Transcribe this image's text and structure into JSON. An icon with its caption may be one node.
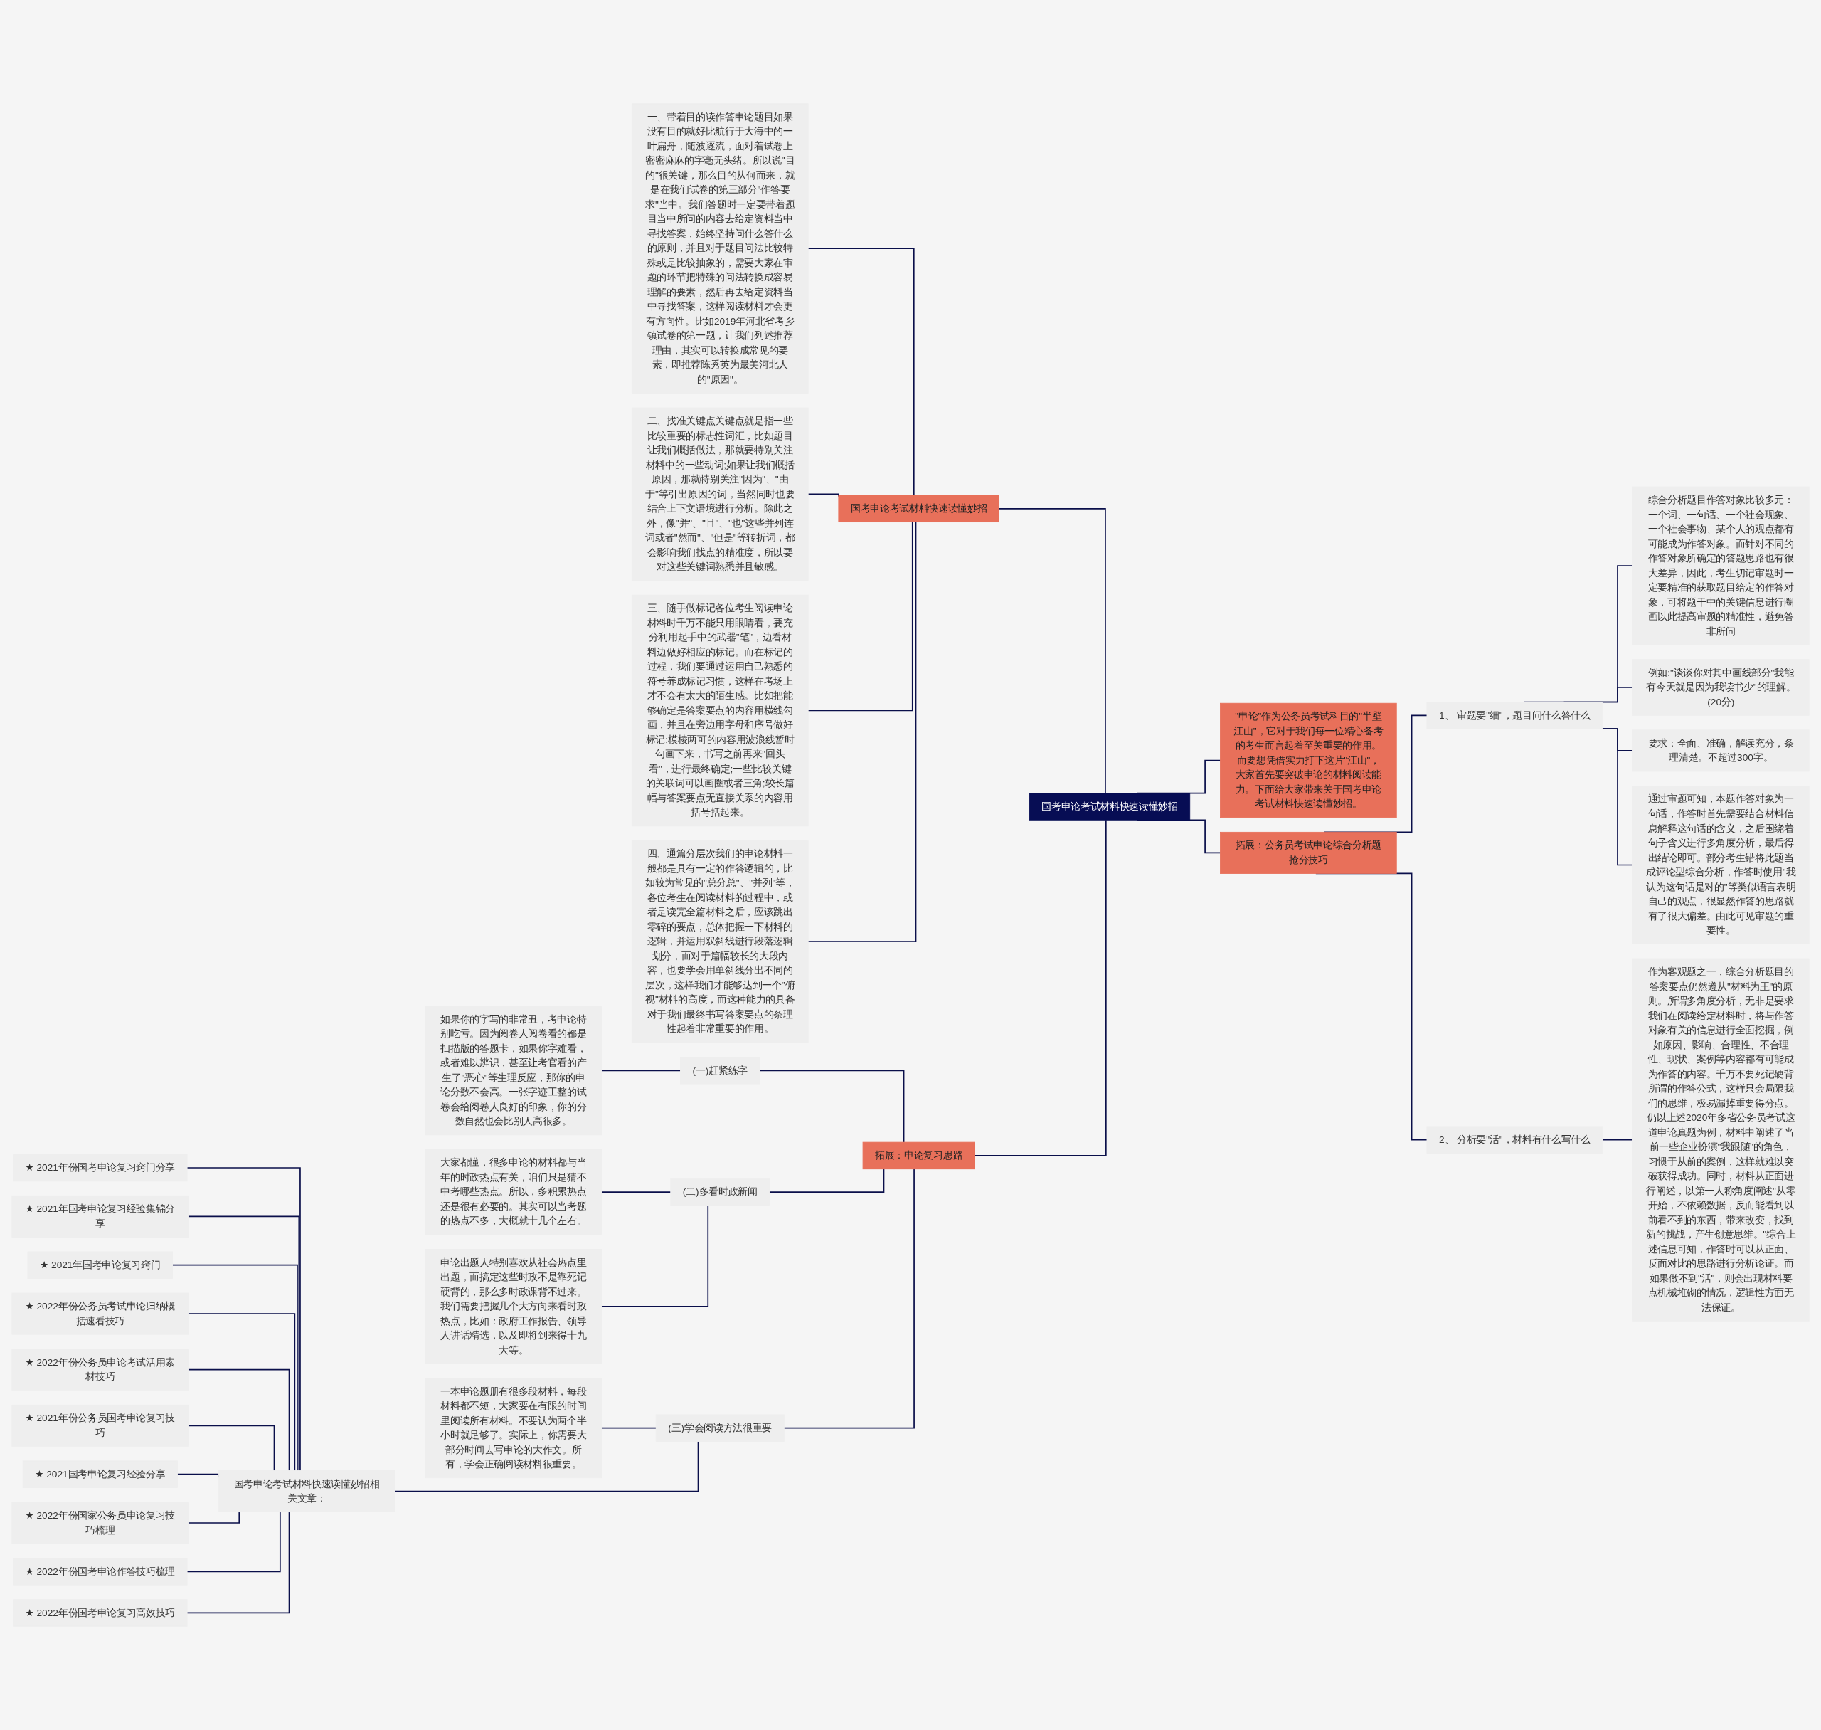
{
  "diagram": {
    "nodes": [
      {
        "text": [
          "国考申论考试材料快速读懂妙招"
        ]
      },
      {
        "text": [
          "国考申论考试材料快速读懂妙招"
        ]
      },
      {
        "text": [
          "一、带着目的读作答申论题目如果没有目的就好比航行于大海中的一叶扁舟，随波逐流，面对着试卷上密密麻麻的字毫无头绪。所以说\"目的\"很关键，那么目的从何而来，就是在我们试卷的第三部分\"作答要求\"当中。我们答题时一定要带着题目当中所问的内容去给定资料当中寻找答案，始终坚持问什么答什么的原则，并且对于题目问法比较特殊或是比较抽象的，需要大家在审题的环节把特殊的问法转换成容易理解的要素，然后再去给定资料当中寻找答案，这样阅读材料才会更有方向性。比如2019年河北省考乡镇试卷的第一题，让我们列述推荐理由，其实可以转换成常见的要素，即推荐陈秀英为最美河北人的\"原因\"。"
        ]
      },
      {
        "text": [
          "二、找准关键点关键点就是指一些比较重要的标志性词汇，比如题目让我们概括做法，那就要特别关注材料中的一些动词;如果让我们概括原因，那就特别关注\"因为\"、\"由于\"等引出原因的词，当然同时也要结合上下文语境进行分析。除此之外，像\"并\"、\"且\"、\"也\"这些并列连词或者\"然而\"、\"但是\"等转折词，都会影响我们找点的精准度，所以要对这些关键词熟悉并且敏感。"
        ]
      },
      {
        "text": [
          "三、随手做标记各位考生阅读申论材料时千万不能只用眼睛看，要充分利用起手中的武器\"笔\"，边看材料边做好相应的标记。而在标记的过程，我们要通过运用自己熟悉的符号养成标记习惯，这样在考场上才不会有太大的陌生感。比如把能够确定是答案要点的内容用横线勾画，并且在旁边用字母和序号做好标记;模棱两可的内容用波浪线暂时勾画下来，书写之前再来\"回头看\"，进行最终确定;一些比较关键的关联词可以画圈或者三角;较长篇幅与答案要点无直接关系的内容用括号括起来。"
        ]
      },
      {
        "text": [
          "四、通篇分层次我们的申论材料一般都是具有一定的作答逻辑的，比如较为常见的\"总分总\"、\"并列\"等，各位考生在阅读材料的过程中，或者是读完全篇材料之后，应该跳出零碎的要点，总体把握一下材料的逻辑，并运用双斜线进行段落逻辑划分，而对于篇幅较长的大段内容，也要学会用单斜线分出不同的层次，这样我们才能够达到一个\"俯视\"材料的高度，而这种能力的具备对于我们最终书写答案要点的条理性起着非常重要的作用。"
        ]
      },
      {
        "text": [
          "拓展：申论复习思路"
        ]
      },
      {
        "text": [
          "(一)赶紧练字"
        ]
      },
      {
        "text": [
          "如果你的字写的非常丑，考申论特别吃亏。因为阅卷人阅卷看的都是扫描版的答题卡，如果你字难看，或者难以辨识，甚至让考官看的产生了\"恶心\"等生理反应，那你的申论分数不会高。一张字迹工整的试卷会给阅卷人良好的印象，你的分数自然也会比别人高很多。"
        ]
      },
      {
        "text": [
          "(二)多看时政新闻"
        ]
      },
      {
        "text": [
          "大家都懂，很多申论的材料都与当年的时政热点有关，咱们只是猜不中考哪些热点。所以，多积累热点还是很有必要的。其实可以当考题的热点不多，大概就十几个左右。"
        ]
      },
      {
        "text": [
          "申论出题人特别喜欢从社会热点里出题，而搞定这些时政不是靠死记硬背的，那么多时政课背不过来。我们需要把握几个大方向来看时政热点，比如：政府工作报告、领导人讲话精选，以及即将到来得十九大等。"
        ]
      },
      {
        "text": [
          "(三)学会阅读方法很重要"
        ]
      },
      {
        "text": [
          "一本申论题册有很多段材料，每段材料都不短，大家要在有限的时间里阅读所有材料。不要认为两个半小时就足够了。实际上，你需要大部分时间去写申论的大作文。所有，学会正确阅读材料很重要。"
        ]
      },
      {
        "text": [
          "国考申论考试材料快速读懂妙招相关文章："
        ]
      },
      {
        "text": [
          "★ 2021年份国考申论复习窍门分享"
        ]
      },
      {
        "text": [
          "★ 2021年国考申论复习经验集锦分享"
        ]
      },
      {
        "text": [
          "★ 2021年国考申论复习窍门"
        ]
      },
      {
        "text": [
          "★ 2022年份公务员考试申论归纳概括速看技巧"
        ]
      },
      {
        "text": [
          "★ 2022年份公务员申论考试活用素材技巧"
        ]
      },
      {
        "text": [
          "★ 2021年份公务员国考申论复习技巧"
        ]
      },
      {
        "text": [
          "★ 2021国考申论复习经验分享"
        ]
      },
      {
        "text": [
          "★ 2022年份国家公务员申论复习技巧梳理"
        ]
      },
      {
        "text": [
          "★ 2022年份国考申论作答技巧梳理"
        ]
      },
      {
        "text": [
          "★ 2022年份国考申论复习高效技巧"
        ]
      },
      {
        "text": [
          "\"申论\"作为公务员考试科目的\"半壁江山\"，它对于我们每一位精心备考的考生而言起着至关重要的作用。而要想凭借实力打下这片\"江山\"，大家首先要突破申论的材料阅读能力。下面给大家带来关于国考申论考试材料快速读懂妙招。"
        ]
      },
      {
        "text": [
          "拓展：公务员考试申论综合分析题抢分技巧"
        ]
      },
      {
        "text": [
          "1、 审题要\"细\"，题目问什么答什么"
        ]
      },
      {
        "text": [
          "综合分析题目作答对象比较多元：一个词、一句话、一个社会现象、一个社会事物、某个人的观点都有可能成为作答对象。而针对不同的作答对象所确定的答题思路也有很大差异，因此，考生切记审题时一定要精准的获取题目给定的作答对象，可将题干中的关键信息进行圈画以此提高审题的精准性，避免答非所问"
        ]
      },
      {
        "text": [
          "例如:\"谈谈你对其中画线部分\"我能有今天就是因为我读书少\"的理解。(20分)"
        ]
      },
      {
        "text": [
          "要求：全面、准确，解读充分，条理清楚。不超过300字。"
        ]
      },
      {
        "text": [
          "通过审题可知，本题作答对象为一句话，作答时首先需要结合材料信息解释这句话的含义，之后围绕着句子含义进行多角度分析，最后得出结论即可。部分考生错将此题当成评论型综合分析，作答时使用\"我认为这句话是对的\"等类似语言表明自己的观点，很显然作答的思路就有了很大偏差。由此可见审题的重要性。"
        ]
      },
      {
        "text": [
          "2、 分析要\"活\"，材料有什么写什么"
        ]
      },
      {
        "text": [
          "作为客观题之一，综合分析题目的答案要点仍然遵从\"材料为王\"的原则。所谓多角度分析，无非是要求我们在阅读给定材料时，将与作答对象有关的信息进行全面挖掘，例如原因、影响、合理性、不合理性、现状、案例等内容都有可能成为作答的内容。千万不要死记硬背所谓的作答公式，这样只会局限我们的思维，极易漏掉重要得分点。仍以上述2020年多省公务员考试这道申论真题为例，材料中阐述了当前一些企业扮演\"我跟随\"的角色，习惯于从前的案例，这样就难以突破获得成功。同时，材料从正面进行阐述，以第一人称角度阐述\"从零开始，不依赖数据，反而能看到以前看不到的东西，带来改变，找到新的挑战，产生创意思维。\"综合上述信息可知，作答时可以从正面、反面对比的思路进行分析论证。而如果做不到\"活\"，则会出现材料要点机械堆砌的情况，逻辑性方面无法保证。"
        ]
      }
    ],
    "edges": [
      {
        "from": 0,
        "to": 1,
        "arrow": "none"
      },
      {
        "from": 1,
        "to": 2,
        "arrow": "none"
      },
      {
        "from": 1,
        "to": 3,
        "arrow": "none"
      },
      {
        "from": 1,
        "to": 4,
        "arrow": "none"
      },
      {
        "from": 1,
        "to": 5,
        "arrow": "none"
      },
      {
        "from": 0,
        "to": 6,
        "arrow": "none"
      },
      {
        "from": 6,
        "to": 7,
        "arrow": "none"
      },
      {
        "from": 7,
        "to": 8,
        "arrow": "none"
      },
      {
        "from": 6,
        "to": 9,
        "arrow": "none"
      },
      {
        "from": 9,
        "to": 10,
        "arrow": "none"
      },
      {
        "from": 9,
        "to": 11,
        "arrow": "none"
      },
      {
        "from": 6,
        "to": 12,
        "arrow": "none"
      },
      {
        "from": 12,
        "to": 13,
        "arrow": "none"
      },
      {
        "from": 12,
        "to": 14,
        "arrow": "none"
      },
      {
        "from": 14,
        "to": 15,
        "arrow": "none"
      },
      {
        "from": 14,
        "to": 16,
        "arrow": "none"
      },
      {
        "from": 14,
        "to": 17,
        "arrow": "none"
      },
      {
        "from": 14,
        "to": 18,
        "arrow": "none"
      },
      {
        "from": 14,
        "to": 19,
        "arrow": "none"
      },
      {
        "from": 14,
        "to": 20,
        "arrow": "none"
      },
      {
        "from": 14,
        "to": 21,
        "arrow": "none"
      },
      {
        "from": 14,
        "to": 22,
        "arrow": "none"
      },
      {
        "from": 14,
        "to": 23,
        "arrow": "none"
      },
      {
        "from": 14,
        "to": 24,
        "arrow": "none"
      },
      {
        "from": 0,
        "to": 25,
        "arrow": "none"
      },
      {
        "from": 0,
        "to": 26,
        "arrow": "none"
      },
      {
        "from": 26,
        "to": 27,
        "arrow": "none"
      },
      {
        "from": 27,
        "to": 28,
        "arrow": "none"
      },
      {
        "from": 27,
        "to": 29,
        "arrow": "none"
      },
      {
        "from": 27,
        "to": 30,
        "arrow": "none"
      },
      {
        "from": 27,
        "to": 31,
        "arrow": "none"
      },
      {
        "from": 26,
        "to": 32,
        "arrow": "none"
      },
      {
        "from": 32,
        "to": 33,
        "arrow": "none"
      }
    ]
  }
}
